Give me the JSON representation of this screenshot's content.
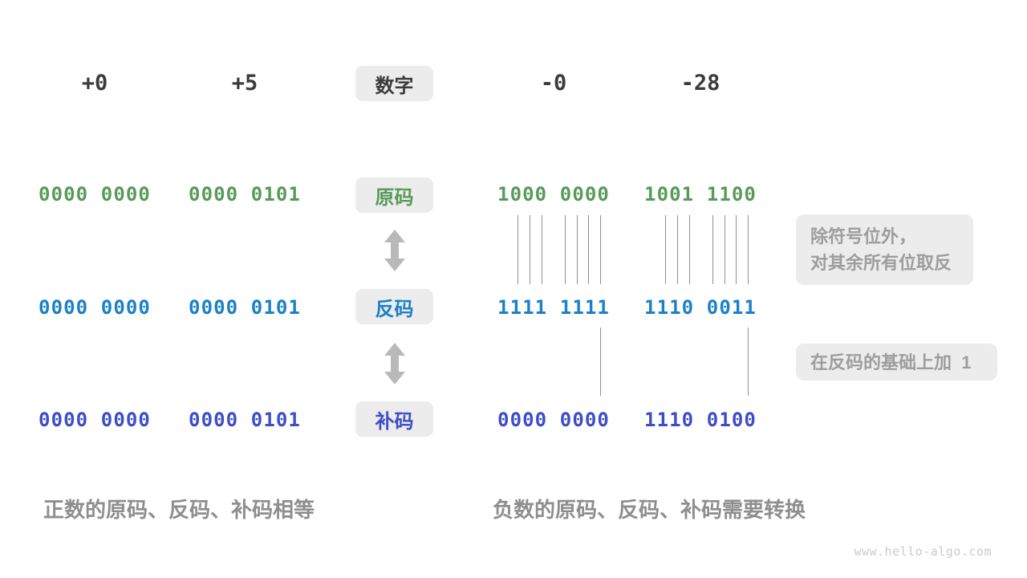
{
  "header": {
    "columns": [
      "+0",
      "+5",
      "-0",
      "-28"
    ],
    "box_label": "数字"
  },
  "rows": [
    {
      "label": "原码",
      "name": "sign-magnitude",
      "color": "#589a58",
      "values": [
        "0000 0000",
        "0000 0101",
        "1000 0000",
        "1001 1100"
      ]
    },
    {
      "label": "反码",
      "name": "ones-complement",
      "color": "#1a80c8",
      "values": [
        "0000 0000",
        "0000 0101",
        "1111 1111",
        "1110 0011"
      ]
    },
    {
      "label": "补码",
      "name": "twos-complement",
      "color": "#3d4dc8",
      "values": [
        "0000 0000",
        "0000 0101",
        "0000 0000",
        "1110 0100"
      ]
    }
  ],
  "notes": [
    {
      "line1": "除符号位外，",
      "line2": "对其余所有位取反"
    },
    {
      "line1": "在反码的基础上加  1"
    }
  ],
  "captions": {
    "positive": "正数的原码、反码、补码相等",
    "negative": "负数的原码、反码、补码需要转换"
  },
  "watermark": "www.hello-algo.com",
  "icons": {
    "updown_arrow_color": "#b9b9b9"
  }
}
